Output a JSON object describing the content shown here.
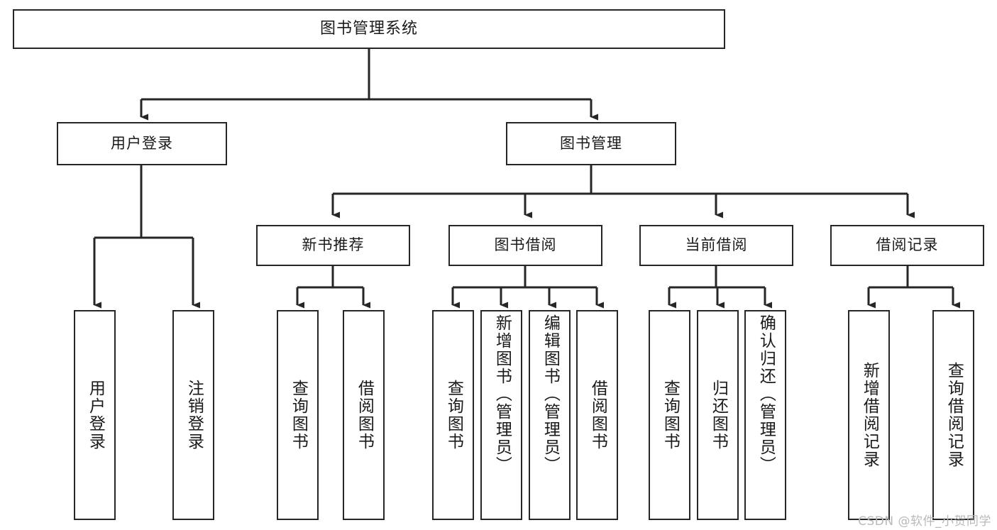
{
  "diagram": {
    "title": "图书管理系统",
    "watermark": "CSDN @软件_小贺同学",
    "colors": {
      "background": "#ffffff",
      "box_border": "#262626",
      "box_fill": "#ffffff",
      "connector": "#262626",
      "text": "#1a1a1a",
      "watermark": "#b9b9b9"
    },
    "levels": {
      "root": {
        "label": "图书管理系统"
      },
      "level2": [
        {
          "id": "user-login",
          "label": "用户登录"
        },
        {
          "id": "book-management",
          "label": "图书管理"
        }
      ],
      "level3": [
        {
          "id": "new-book-recommend",
          "label": "新书推荐"
        },
        {
          "id": "book-borrow",
          "label": "图书借阅"
        },
        {
          "id": "current-borrow",
          "label": "当前借阅"
        },
        {
          "id": "borrow-record",
          "label": "借阅记录"
        }
      ],
      "leaves": {
        "user-login": [
          {
            "id": "leaf-user-login",
            "label": "用户登录"
          },
          {
            "id": "leaf-logout-login",
            "label": "注销登录"
          }
        ],
        "new-book-recommend": [
          {
            "id": "leaf-query-book-1",
            "label": "查询图书"
          },
          {
            "id": "leaf-borrow-book-1",
            "label": "借阅图书"
          }
        ],
        "book-borrow": [
          {
            "id": "leaf-query-book-2",
            "label": "查询图书"
          },
          {
            "id": "leaf-add-book",
            "label": "新增图书（管理员）"
          },
          {
            "id": "leaf-edit-book",
            "label": "编辑图书（管理员）"
          },
          {
            "id": "leaf-borrow-book-2",
            "label": "借阅图书"
          }
        ],
        "current-borrow": [
          {
            "id": "leaf-query-book-3",
            "label": "查询图书"
          },
          {
            "id": "leaf-return-book",
            "label": "归还图书"
          },
          {
            "id": "leaf-confirm-return",
            "label": "确认归还（管理员）"
          }
        ],
        "borrow-record": [
          {
            "id": "leaf-add-borrow-record",
            "label": "新增借阅记录"
          },
          {
            "id": "leaf-query-borrow-record",
            "label": "查询借阅记录"
          }
        ]
      }
    }
  }
}
